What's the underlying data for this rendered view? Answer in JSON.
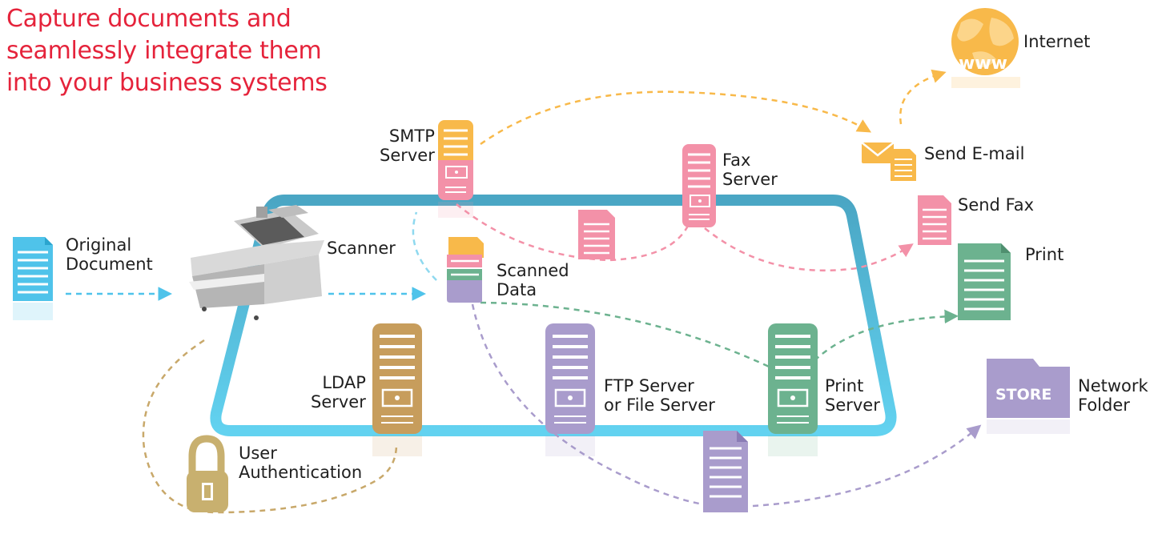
{
  "title": {
    "line1": "Capture documents and",
    "line2": "seamlessly integrate them",
    "line3": "into your business systems"
  },
  "labels": {
    "original_document": [
      "Original",
      "Document"
    ],
    "scanner": "Scanner",
    "scanned_data": [
      "Scanned",
      "Data"
    ],
    "smtp_server": [
      "SMTP",
      "Server"
    ],
    "fax_server": [
      "Fax",
      "Server"
    ],
    "ldap_server": [
      "LDAP",
      "Server"
    ],
    "ftp_server": [
      "FTP Server",
      "or File Server"
    ],
    "print_server": [
      "Print",
      "Server"
    ],
    "user_authentication": [
      "User",
      "Authentication"
    ],
    "internet": "Internet",
    "send_email": "Send E-mail",
    "send_fax": "Send Fax",
    "print": "Print",
    "network_folder": [
      "Network",
      "Folder"
    ],
    "store_badge": "STORE",
    "www": "www"
  },
  "colors": {
    "title": "#e5233b",
    "network_loop": "#5ccbe9",
    "document_blue": "#4fc3ea",
    "smtp_orange": "#f8b94a",
    "fax_pink": "#f391a8",
    "ldap_gold": "#c79d5c",
    "ftp_purple": "#a99ccc",
    "print_green": "#6cb28f",
    "auth_gold": "#c8b06f",
    "scanner_gray": "#b9b9b9"
  },
  "icons": [
    "document-icon",
    "scanner-icon",
    "server-icon",
    "lock-icon",
    "globe-icon",
    "envelope-icon",
    "folder-icon"
  ]
}
